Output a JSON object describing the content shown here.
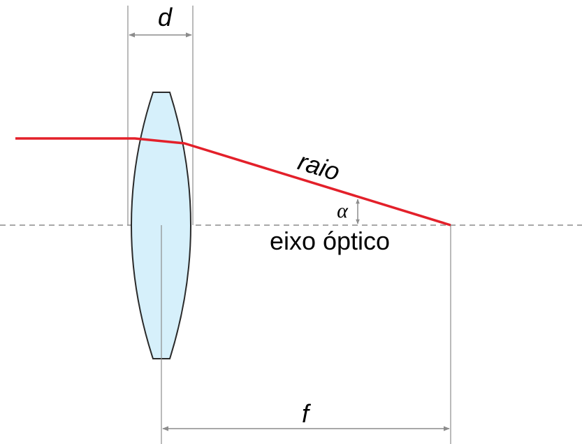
{
  "labels": {
    "thickness": "d",
    "focal_length": "f",
    "ray": "raio",
    "angle": "α",
    "optical_axis": "eixo óptico"
  },
  "colors": {
    "ray": "#e3202a",
    "lens_fill": "#d6f0fb",
    "lens_stroke": "#2a2a2a",
    "guide": "#8c8c8c",
    "axis": "#8c8c8c"
  }
}
